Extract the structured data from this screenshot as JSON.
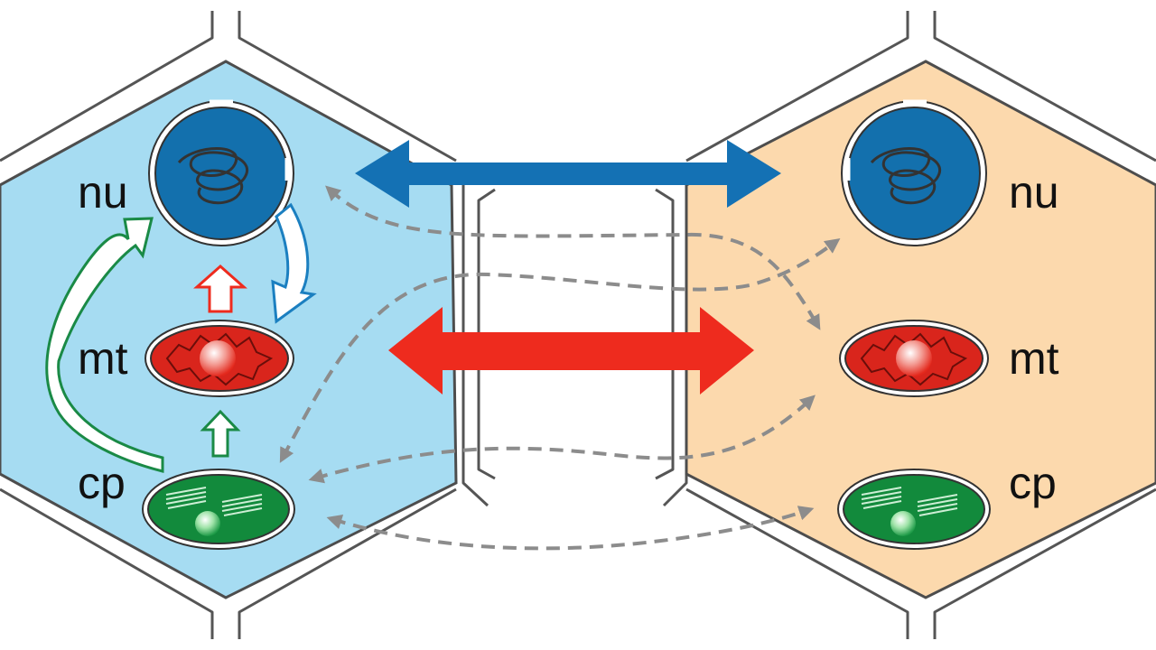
{
  "colors": {
    "left_cell": "#a6dcf2",
    "right_cell": "#fcd9ad",
    "nucleus": "#1370ad",
    "mitochondrion": "#d9251c",
    "chloroplast": "#128a3c",
    "outline": "#4d4d4d",
    "dashed_arrow": "#8c8c8c",
    "blue_arrow": "#1471b4",
    "red_arrow": "#ee2b1e",
    "green_arrow": "#1a8a46"
  },
  "left_cell": {
    "labels": {
      "nucleus": "nu",
      "mitochondrion": "mt",
      "chloroplast": "cp"
    }
  },
  "right_cell": {
    "labels": {
      "nucleus": "nu",
      "mitochondrion": "mt",
      "chloroplast": "cp"
    }
  },
  "icons": [
    "nucleus-icon",
    "mitochondrion-icon",
    "chloroplast-icon",
    "double-arrow-icon",
    "dashed-arrow-icon"
  ]
}
